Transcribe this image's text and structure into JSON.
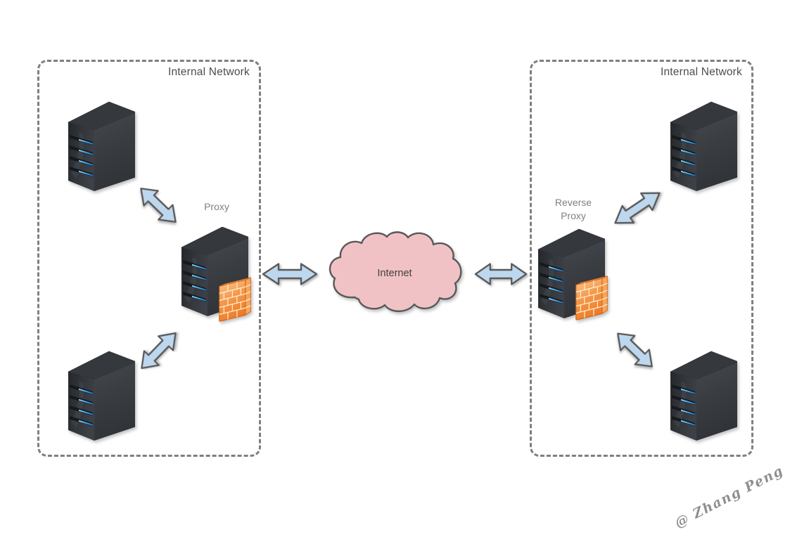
{
  "diagram": {
    "zones": [
      {
        "label": "Internal Network"
      },
      {
        "label": "Internal Network"
      }
    ],
    "nodes": {
      "proxy_label": "Proxy",
      "reverse_proxy_label": "Reverse Proxy",
      "internet_label": "Internet"
    },
    "signature": "@ Zhang Peng"
  },
  "icons": {
    "server": "server-icon",
    "firewall": "firewall-icon",
    "internet_cloud": "cloud-icon",
    "link": "double-arrow-icon"
  },
  "colors": {
    "background": "#ffffff",
    "zone_border": "#7f7f7f",
    "zone_label": "#4d4d4d",
    "node_label": "#7f7f7f",
    "internet_label": "#3f3f3f",
    "arrow_fill": "#bdd7ee",
    "arrow_stroke": "#5a5a5a",
    "cloud_fill": "#f1c2c5",
    "cloud_stroke": "#595959",
    "firewall_orange": "#f08337",
    "firewall_outline": "#cf6418",
    "led_blue": "#2d9fe0",
    "server_body": "#3a3e43",
    "signature": "#8f8f8f"
  }
}
